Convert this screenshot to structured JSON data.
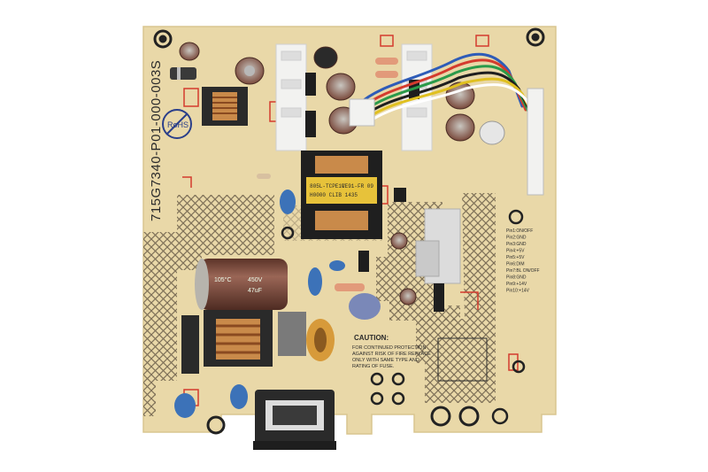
{
  "board": {
    "part_number": "715G7340-P01-000-003S",
    "rohs_mark": "RoHS",
    "pin_labels": [
      "Pin1:ON/OFF",
      "Pin2:GND",
      "Pin3:GND",
      "Pin4:+5V",
      "Pin5:+5V",
      "Pin6:DIM",
      "Pin7:BL ON/OFF",
      "Pin8:GND",
      "Pin9:+14V",
      "Pin10:+14V"
    ],
    "caution_title": "CAUTION:",
    "caution_lines": [
      "FOR CONTINUED PROTECTION",
      "AGAINST RISK OF FIRE REPLACE",
      "ONLY WITH SAME TYPE AND",
      "RATING OF FUSE."
    ],
    "transformer_lines": [
      "805L-TCPE1V",
      "CE91-FR 09",
      "H0000 CLIB 1435"
    ],
    "capacitor_marks": [
      "105°C",
      "450V",
      "47uF"
    ]
  },
  "colors": {
    "pcb": "#e9d8a8",
    "pcb_edge": "#d9c58f",
    "hatch": "#6b5e4a",
    "trace_red": "#d43b2e",
    "silkscreen": "#2b2b2b",
    "cap_brown": "#7a4a3c",
    "y_cap_blue": "#3c72b8",
    "connector_white": "#f2f2f0",
    "transformer_yellow": "#e7c23a"
  }
}
